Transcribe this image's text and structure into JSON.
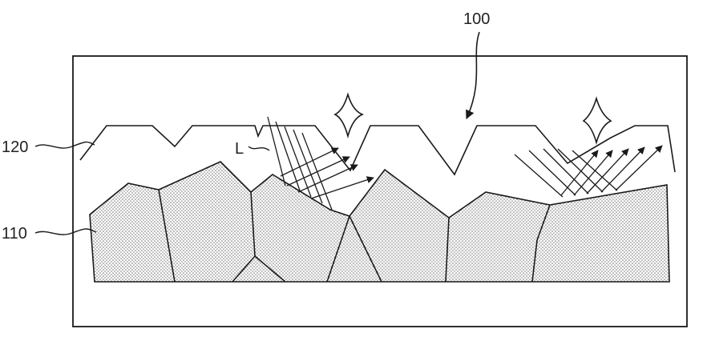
{
  "labels": {
    "ref_100": "100",
    "ref_120": "120",
    "ref_110": "110",
    "ref_L": "L"
  },
  "colors": {
    "line": "#1a1a1a",
    "stipple_dot": "#555555",
    "background": "#ffffff"
  }
}
